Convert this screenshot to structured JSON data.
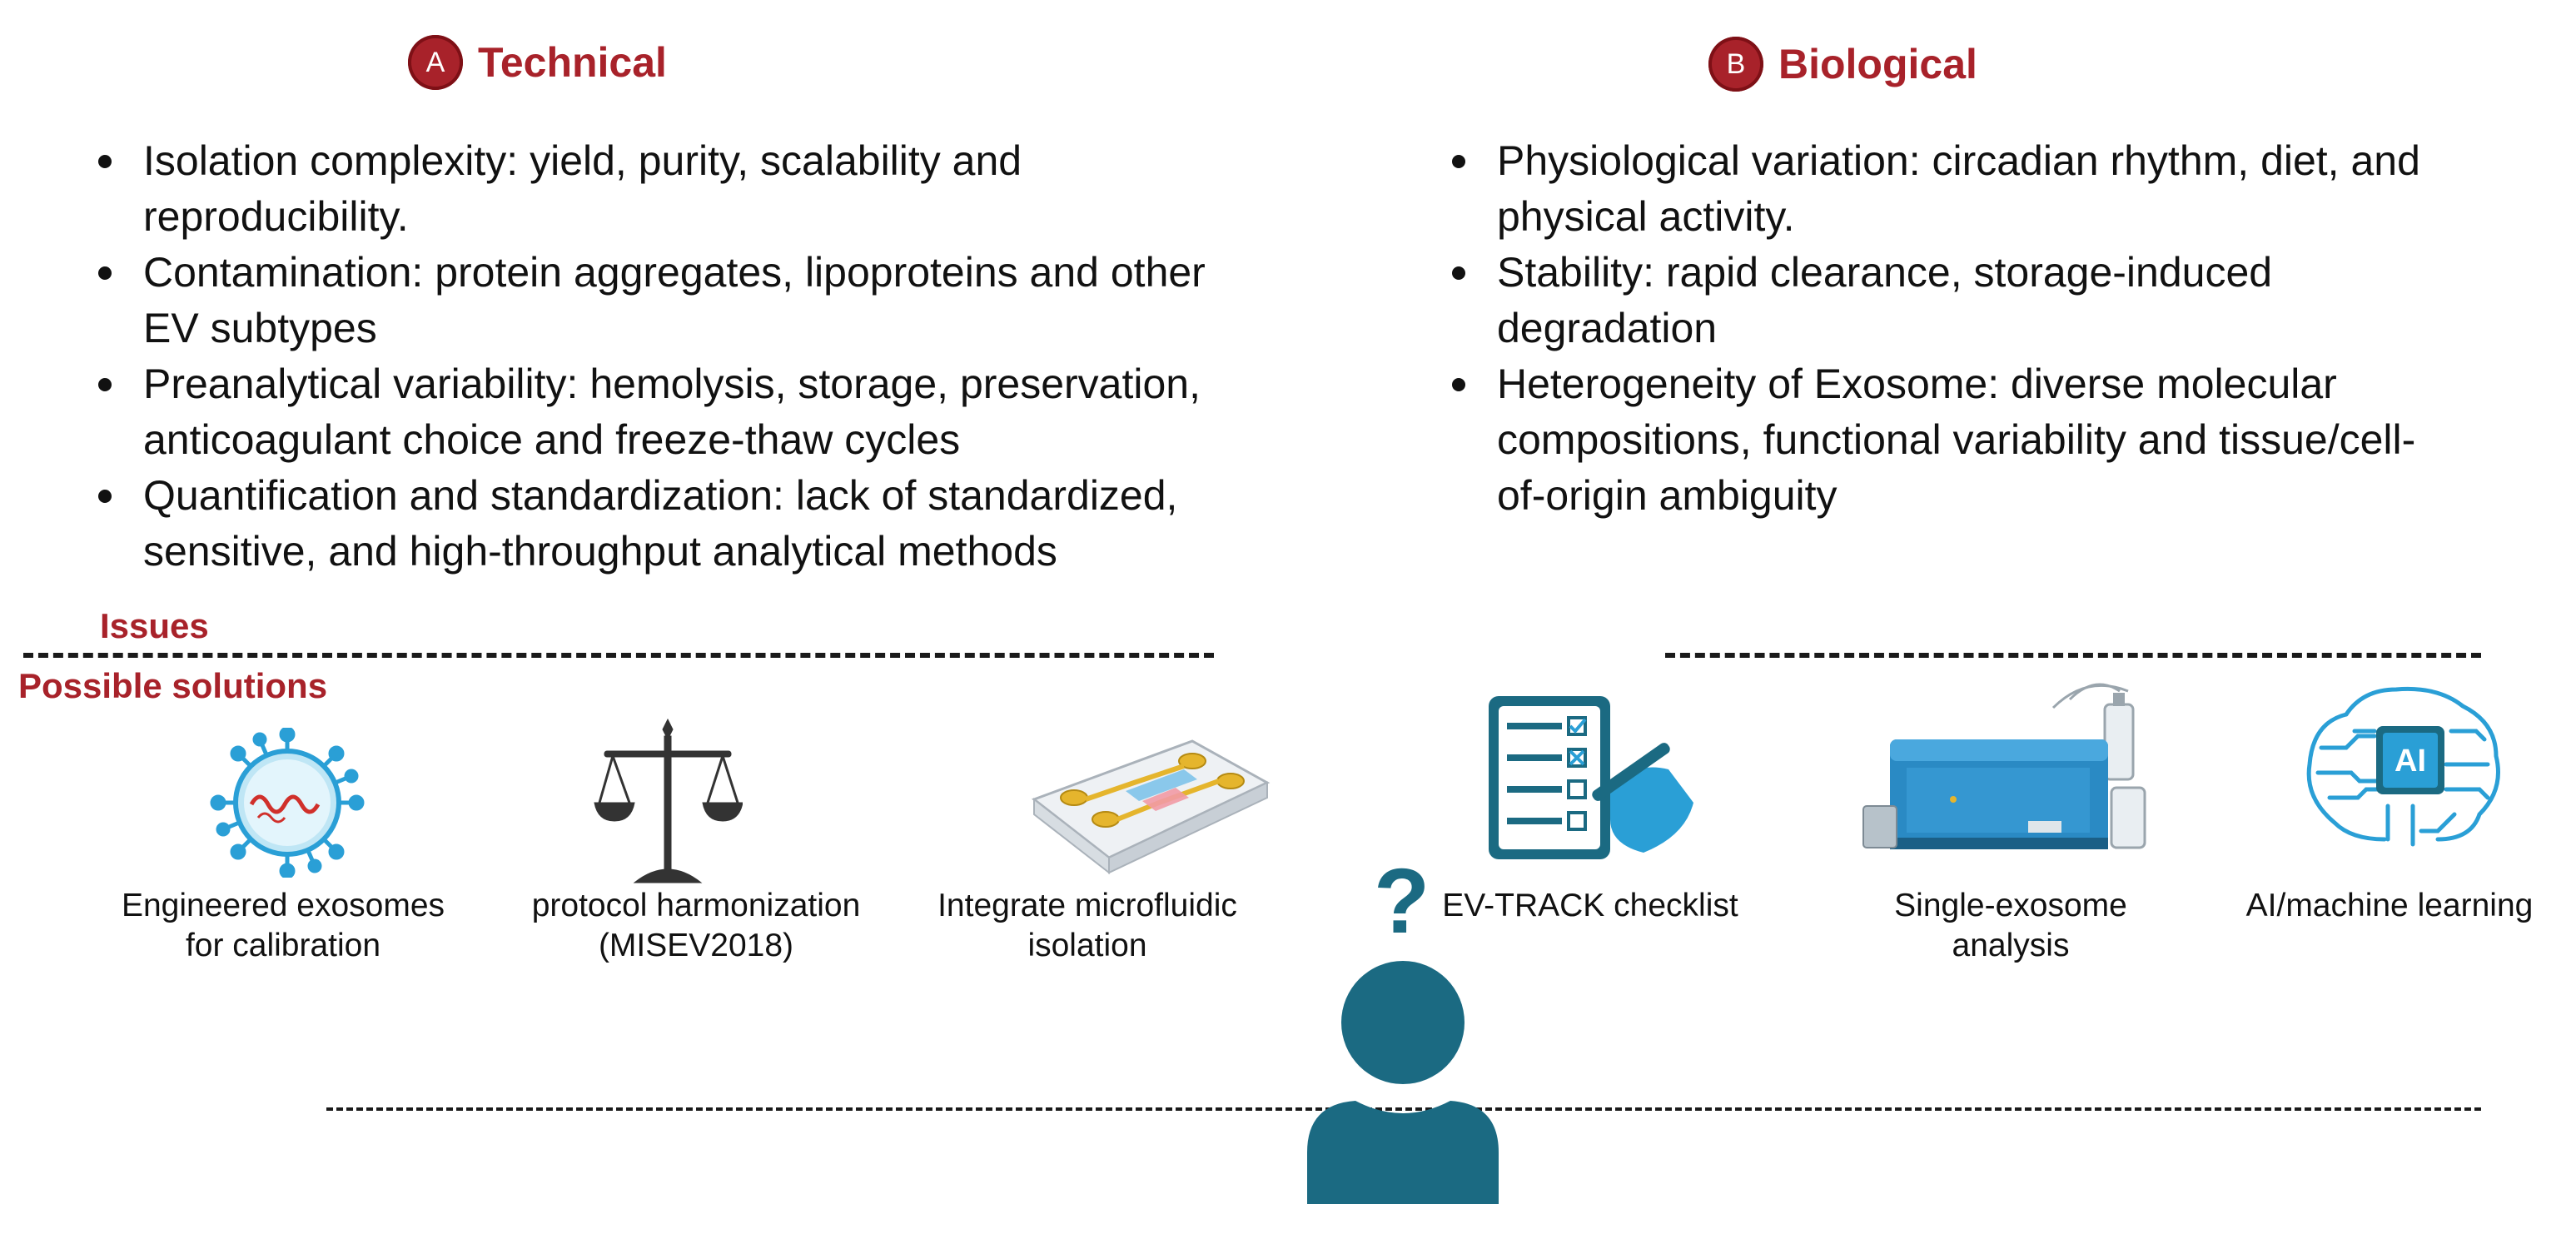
{
  "technical": {
    "badge": "A",
    "title": "Technical",
    "items": [
      [
        "Isolation complexity: yield, purity, scalability and",
        "reproducibility."
      ],
      [
        "Contamination: protein aggregates, lipoproteins and other",
        "EV subtypes"
      ],
      [
        "Preanalytical variability: hemolysis, storage, preservation,",
        "anticoagulant choice and freeze-thaw cycles"
      ],
      [
        "Quantification and standardization: lack of standardized,",
        "sensitive, and high-throughput analytical methods"
      ]
    ]
  },
  "biological": {
    "badge": "B",
    "title": "Biological",
    "items": [
      [
        "Physiological  variation: circadian rhythm, diet, and",
        "physical activity."
      ],
      [
        "Stability: rapid clearance, storage-induced",
        "degradation"
      ],
      [
        "Heterogeneity of Exosome: diverse molecular",
        "compositions, functional variability and tissue/cell-",
        "of-origin ambiguity"
      ]
    ]
  },
  "labels": {
    "issues": "Issues",
    "solutions": "Possible solutions",
    "question_mark": "?",
    "ai_chip": "AI"
  },
  "solutions": [
    {
      "icon": "exosome-icon",
      "lines": [
        "Engineered exosomes",
        "for calibration"
      ]
    },
    {
      "icon": "scale-icon",
      "lines": [
        "protocol harmonization",
        "(MISEV2018)"
      ]
    },
    {
      "icon": "microfluidic-chip-icon",
      "lines": [
        "Integrate microfluidic",
        "isolation"
      ]
    },
    {
      "icon": "checklist-icon",
      "lines": [
        "EV-TRACK checklist"
      ]
    },
    {
      "icon": "analyzer-instrument-icon",
      "lines": [
        "Single-exosome",
        "analysis"
      ]
    },
    {
      "icon": "ai-brain-icon",
      "lines": [
        "AI/machine learning"
      ]
    }
  ],
  "colors": {
    "accent_red": "#a8222a",
    "icon_teal": "#1b6a82",
    "icon_blue": "#2a9fd6",
    "text": "#111111"
  }
}
